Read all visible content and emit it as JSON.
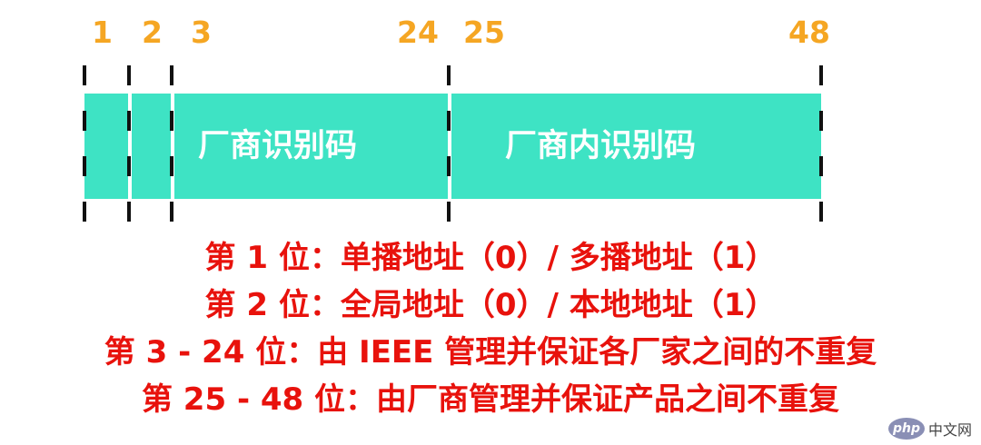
{
  "bit_positions": {
    "b1": "1",
    "b2": "2",
    "b3": "3",
    "b24": "24",
    "b25": "25",
    "b48": "48"
  },
  "fields": {
    "oui_label": "厂商识别码",
    "nic_label": "厂商内识别码"
  },
  "notes": [
    "第 1 位：单播地址（0）/ 多播地址（1）",
    "第 2 位：全局地址（0）/ 本地地址（1）",
    "第 3 - 24 位：由 IEEE 管理并保证各厂家之间的不重复",
    "第 25 - 48 位：由厂商管理并保证产品之间不重复"
  ],
  "watermark": {
    "badge": "php",
    "text": "中文网"
  },
  "colors": {
    "bit_number": "#f5a623",
    "field_fill": "#3ee3c4",
    "field_text": "#ffffff",
    "note_text": "#e8120c",
    "tick": "#111111"
  }
}
